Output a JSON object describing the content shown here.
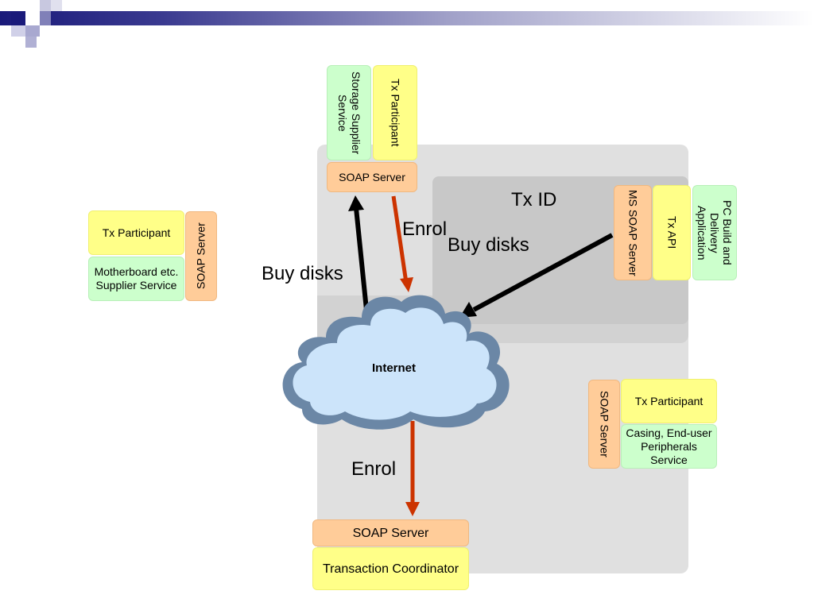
{
  "nodes": {
    "storage_supplier_service": "Storage Supplier Service",
    "tx_participant_top": "Tx Participant",
    "soap_server_top": "SOAP Server",
    "tx_id": "Tx ID",
    "ms_soap_server": "MS SOAP Server",
    "tx_api": "Tx API",
    "pc_build_app": "PC Build and Delivery Application",
    "tx_participant_left": "Tx Participant",
    "motherboard_service": "Motherboard etc. Supplier Service",
    "soap_server_left": "SOAP Server",
    "internet": "Internet",
    "soap_server_right": "SOAP Server",
    "tx_participant_right": "Tx Participant",
    "casing_service": "Casing, End-user Peripherals Service",
    "soap_server_bottom": "SOAP Server",
    "transaction_coordinator": "Transaction Coordinator"
  },
  "labels": {
    "enrol_top": "Enrol",
    "buy_disks_left": "Buy disks",
    "buy_disks_right": "Buy disks",
    "enrol_bottom": "Enrol"
  },
  "colors": {
    "participant": "#ffff88",
    "service": "#ccffcc",
    "soap": "#ffcc99",
    "cloud": "#cce4fa",
    "cloud_border": "#6b87a6",
    "enrol_arrow": "#cc3300",
    "buy_arrow": "#000000",
    "panel_outer": "#e0e0e0",
    "panel_inner": "#cccccc"
  }
}
